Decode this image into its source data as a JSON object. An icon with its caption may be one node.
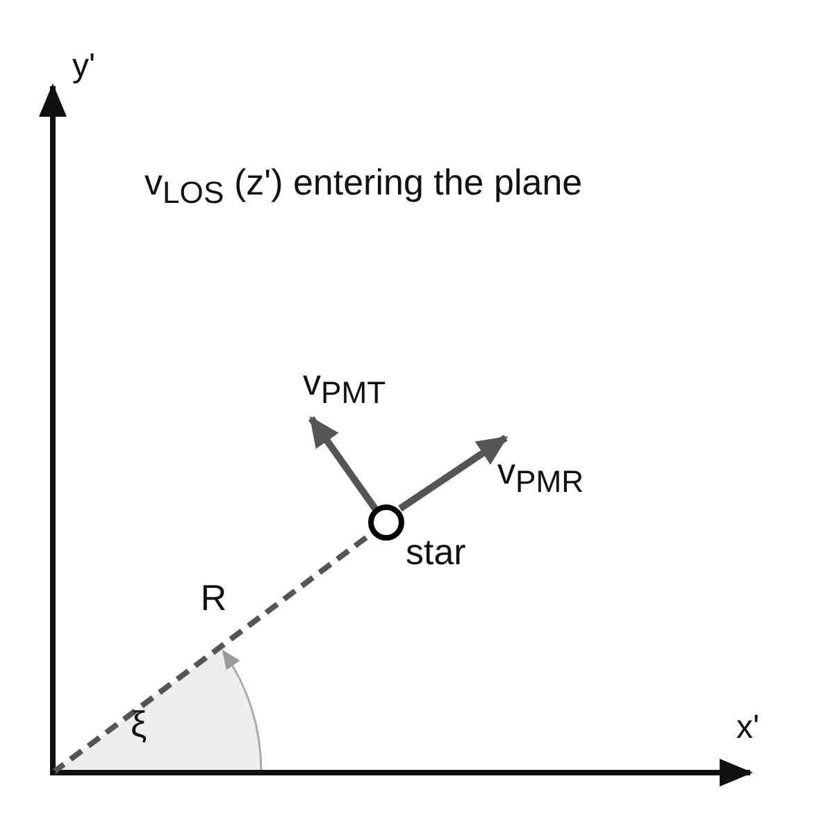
{
  "diagram": {
    "nodes": [
      {
        "text": [],
        "shape": "point"
      },
      {
        "text": [],
        "shape": "circle",
        "beside": [
          "star"
        ]
      }
    ],
    "edges": [
      {
        "from": 0,
        "to": 1,
        "arrow": "none",
        "style": "dashed",
        "label": "R"
      }
    ],
    "labels": [
      "y'",
      "v$_{LOS}$ (z') entering the plane",
      "v$_{PMT}$",
      "v$_{PMR}$",
      "ξ",
      "x'"
    ]
  }
}
